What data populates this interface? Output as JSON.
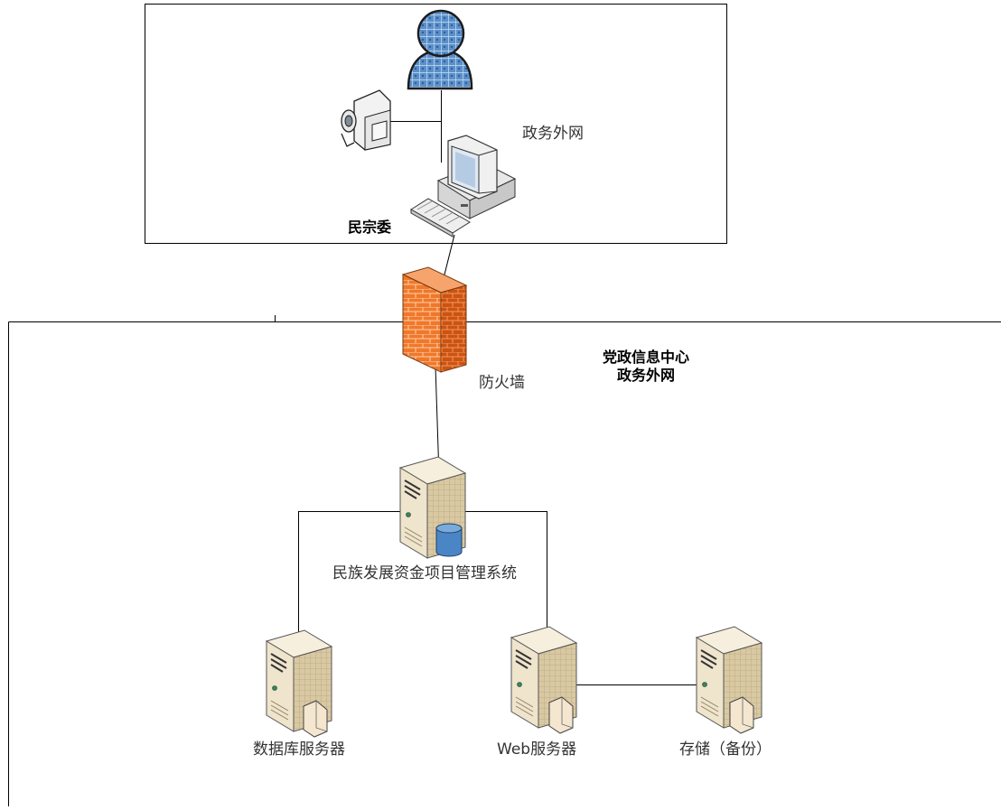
{
  "zones": {
    "outer_zone": {
      "network_label": "政务外网",
      "site_label": "民宗委"
    },
    "inner_zone": {
      "title_line1": "党政信息中心",
      "title_line2": "政务外网"
    }
  },
  "nodes": {
    "firewall": {
      "label": "防火墙"
    },
    "main_system": {
      "label": "民族发展资金项目管理系统"
    },
    "db_server": {
      "label": "数据库服务器"
    },
    "web_server": {
      "label": "Web服务器"
    },
    "storage_server": {
      "label": "存储（备份）"
    }
  },
  "icons": {
    "user": "user-icon",
    "camera": "video-camera-icon",
    "workstation": "desktop-computer-icon",
    "keyboard": "keyboard-icon",
    "firewall": "brick-firewall-icon",
    "server": "tower-server-icon",
    "database": "database-cylinder-icon"
  },
  "colors": {
    "user_fill": "#5b8fc9",
    "firewall_fill": "#f0782a",
    "server_fill": "#efe4cc",
    "database_fill": "#4a86c5",
    "line": "#000000"
  }
}
